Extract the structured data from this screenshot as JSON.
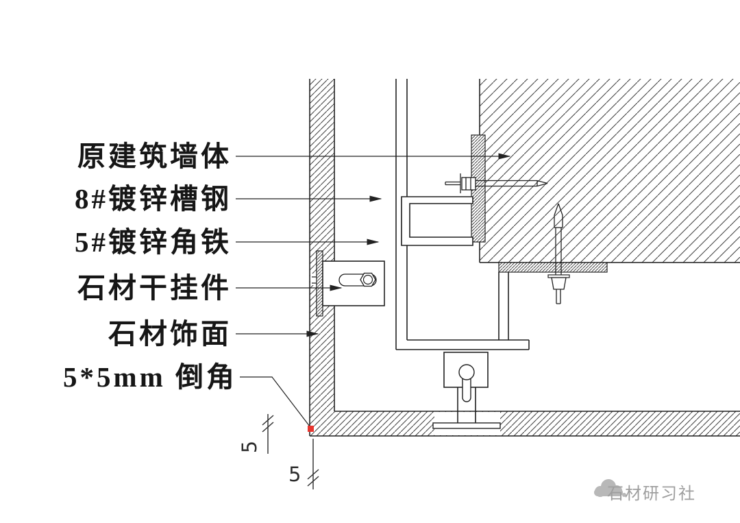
{
  "labels": [
    {
      "text": "原建筑墙体"
    },
    {
      "text": "8#镀锌槽钢"
    },
    {
      "text": "5#镀锌角铁"
    },
    {
      "text": "石材干挂件"
    },
    {
      "text": "石材饰面"
    },
    {
      "text": "5*5mm 倒角"
    }
  ],
  "dimensions": {
    "chamfer_vertical": "5",
    "chamfer_horizontal": "5"
  },
  "watermark": {
    "brand": "石材研习社"
  },
  "colors": {
    "line": "#1f1f1f",
    "chamfer_marker_red": "#e8352e",
    "watermark_gray": "#a3a3a3"
  }
}
